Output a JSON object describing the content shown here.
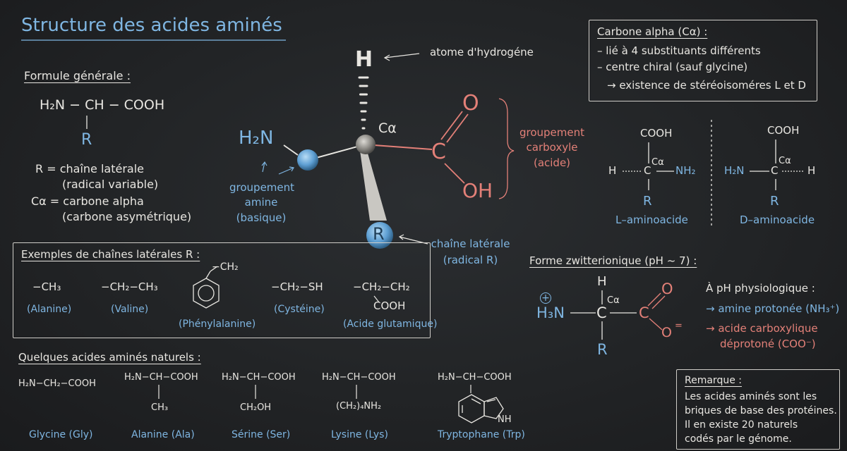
{
  "title": "Structure des acides aminés",
  "general": {
    "heading": "Formule générale :",
    "formula": "H₂N − CH − COOH",
    "r": "R",
    "r_def": "R = chaîne latérale",
    "r_def2": "(radical variable)",
    "ca_def": "Cα = carbone alpha",
    "ca_def2": "(carbone asymétrique)"
  },
  "molecule": {
    "h": "H",
    "h_label": "atome d'hydrogéne",
    "ca": "Cα",
    "nh2": "H₂N",
    "amine_label": [
      "groupement",
      "amine",
      "(basique)"
    ],
    "c": "C",
    "o": "O",
    "oh": "OH",
    "carboxyl_label": [
      "groupement",
      "carboxyle",
      "(acide)"
    ],
    "r": "R",
    "side_label": [
      "chaîne latérale",
      "(radical R)"
    ]
  },
  "alpha_box": {
    "heading": "Carbone alpha (Cα) :",
    "line1": "– lié à 4 substituants différents",
    "line2": "– centre chiral (sauf glycine)",
    "line3": "→ existence de stéréoisoméres L et D"
  },
  "isomers": {
    "cooh": "COOH",
    "h": "H",
    "c": "C",
    "ca": "Cα",
    "nh2": "NH₂",
    "h2n": "H₂N",
    "r": "R",
    "l_label": "L–aminoacide",
    "d_label": "D–aminoacide"
  },
  "examples": {
    "heading": "Exemples de chaînes latérales R :",
    "ala_formula": "−CH₃",
    "ala": "(Alanine)",
    "val_formula": "−CH₂−CH₃",
    "val": "(Valine)",
    "phe_formula": "−CH₂",
    "phe": "(Phénylalanine)",
    "cys_formula": "−CH₂−SH",
    "cys": "(Cystéine)",
    "glu_formula": "−CH₂−CH₂",
    "glu_formula2": "COOH",
    "glu": "(Acide glutamique)"
  },
  "zwitter": {
    "heading": "Forme zwitterionique (pH ~ 7) :",
    "h": "H",
    "h3n": "H₃N",
    "plus": "+",
    "c": "C",
    "ca": "Cα",
    "c2": "C",
    "o": "O",
    "o2": "O",
    "minus": "=",
    "r": "R",
    "ph_line": "À pH physiologique :",
    "amine_line": "→ amine protonée (NH₃⁺)",
    "acid_line1": "→ acide carboxylique",
    "acid_line2": "déprotoné (COO⁻)"
  },
  "natural": {
    "heading": "Quelques acides aminés naturels :",
    "gly_formula": "H₂N−CH₂−COOH",
    "gly": "Glycine (Gly)",
    "ala_formula": "H₂N−CH−COOH",
    "ala_side": "CH₃",
    "ala": "Alanine (Ala)",
    "ser_formula": "H₂N−CH−COOH",
    "ser_side": "CH₂OH",
    "ser": "Sérine (Ser)",
    "lys_formula": "H₂N−CH−COOH",
    "lys_side": "(CH₂)₄NH₂",
    "lys": "Lysine (Lys)",
    "trp_formula": "H₂N−CH−COOH",
    "trp_nh": "NH",
    "trp": "Tryptophane (Trp)"
  },
  "remark": {
    "heading": "Remarque :",
    "line1": "Les acides aminés sont les",
    "line2": "briques de base des protéines.",
    "line3": "Il en existe 20 naturels",
    "line4": "codés par le génome."
  },
  "colors": {
    "chalk": "#e8e6e1",
    "blue": "#7fb6e2",
    "red": "#e38078",
    "board": "#222426"
  }
}
